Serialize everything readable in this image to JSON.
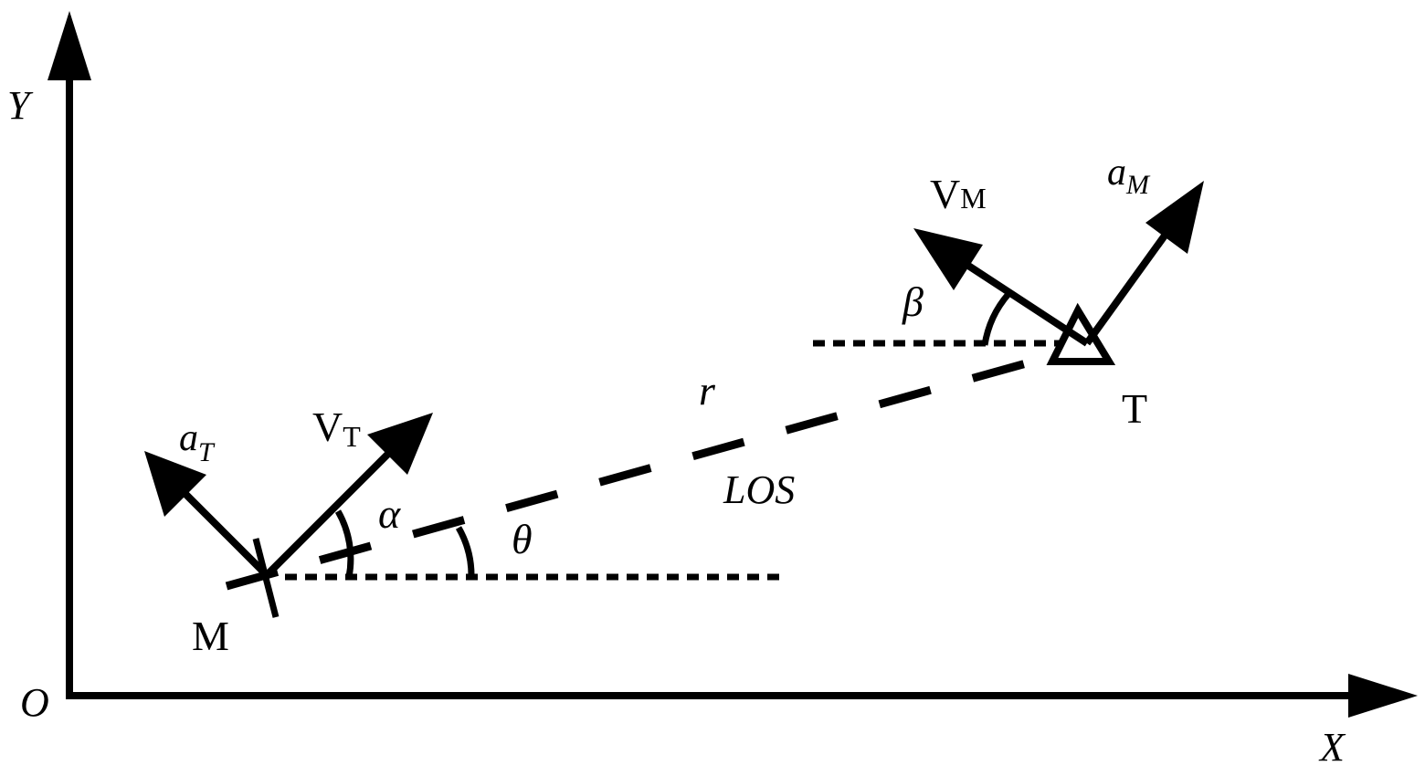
{
  "axes": {
    "y_label": "Y",
    "x_label": "X",
    "origin_label": "O"
  },
  "points": {
    "missile_label": "M",
    "target_label": "T"
  },
  "vectors": {
    "a_t": {
      "base": "a",
      "sub": "T"
    },
    "v_t": {
      "base": "V",
      "sub": "T"
    },
    "v_m": {
      "base": "V",
      "sub": "M"
    },
    "a_m": {
      "base": "a",
      "sub": "M"
    }
  },
  "angles": {
    "alpha": "α",
    "theta": "θ",
    "beta": "β"
  },
  "line_of_sight": {
    "range_label": "r",
    "los_label": "LOS"
  }
}
